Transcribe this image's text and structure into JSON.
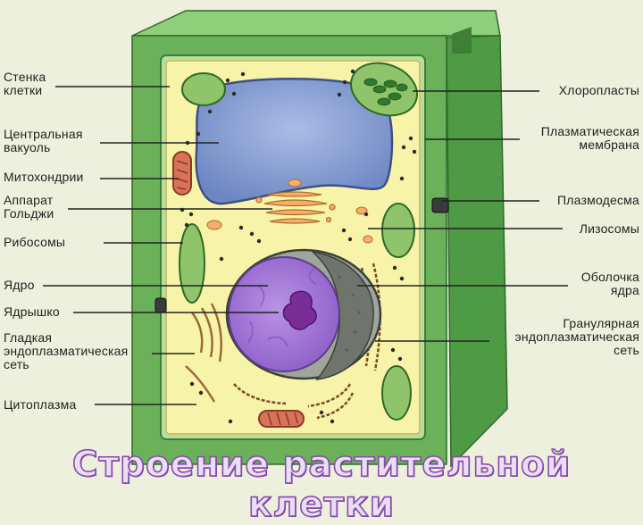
{
  "title": "Строение растительной клетки",
  "labels": {
    "wall": "Стенка\nклетки",
    "vacuole": "Центральная\nвакуоль",
    "mitochondria": "Митохондрии",
    "golgi": "Аппарат\nГольджи",
    "ribosomes": "Рибосомы",
    "nucleus": "Ядро",
    "nucleolus": "Ядрышко",
    "smooth_er": "Гладкая\nэндоплазматическая\nсеть",
    "cytoplasm": "Цитоплазма",
    "chloroplasts": "Хлоропласты",
    "plasma_membrane": "Плазматическая\nмембрана",
    "plasmodesma": "Плазмодесма",
    "lysosomes": "Лизосомы",
    "nuclear_envelope": "Оболочка\nядра",
    "rough_er": "Гранулярная\nэндоплазматическая\nсеть"
  },
  "colors": {
    "wall": "#6bb15a",
    "wall_dark": "#3f7f35",
    "cytoplasm": "#f7f3a8",
    "vacuole": "#7f97cc",
    "chloroplast": "#8fc46a",
    "nucleus": "#a77ad6",
    "nucleolus": "#7a2c98",
    "mitochondrion": "#d8735a",
    "golgi": "#f2b06a"
  }
}
